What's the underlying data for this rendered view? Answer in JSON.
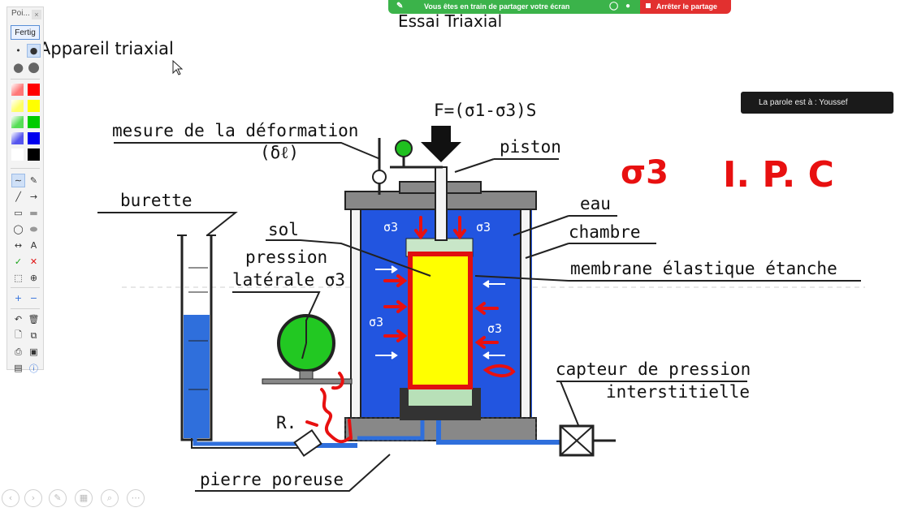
{
  "share_banner": {
    "text": "Vous êtes en train de partager votre écran",
    "stop_label": "Arrêter le partage"
  },
  "speaker": {
    "text": "La parole est à : Youssef"
  },
  "toolbox": {
    "title": "Poi...",
    "close": "×",
    "finish_label": "Fertig",
    "colors": [
      "#ff0000",
      "#ffff00",
      "#00cc00",
      "#0000ee",
      "#000000"
    ]
  },
  "document": {
    "title": "Essai Triaxial",
    "subtitle": "Appareil triaxial"
  },
  "diagram": {
    "force_formula": "F=(σ1-σ3)S",
    "deformation_label": "mesure de la déformation",
    "deformation_symbol": "(δℓ)",
    "piston": "piston",
    "burette": "burette",
    "eau": "eau",
    "chambre": "chambre",
    "sol": "sol",
    "membrane": "membrane élastique étanche",
    "pression_laterale_1": "pression",
    "pression_laterale_2": "latérale σ3",
    "capteur_1": "capteur de pression",
    "capteur_2": "interstitielle",
    "pierre": "pierre poreuse",
    "valve": "R.",
    "sigma3": "σ3"
  },
  "annotations": {
    "sigma3_handwritten": "σ3",
    "ipc": "I. P. C"
  }
}
